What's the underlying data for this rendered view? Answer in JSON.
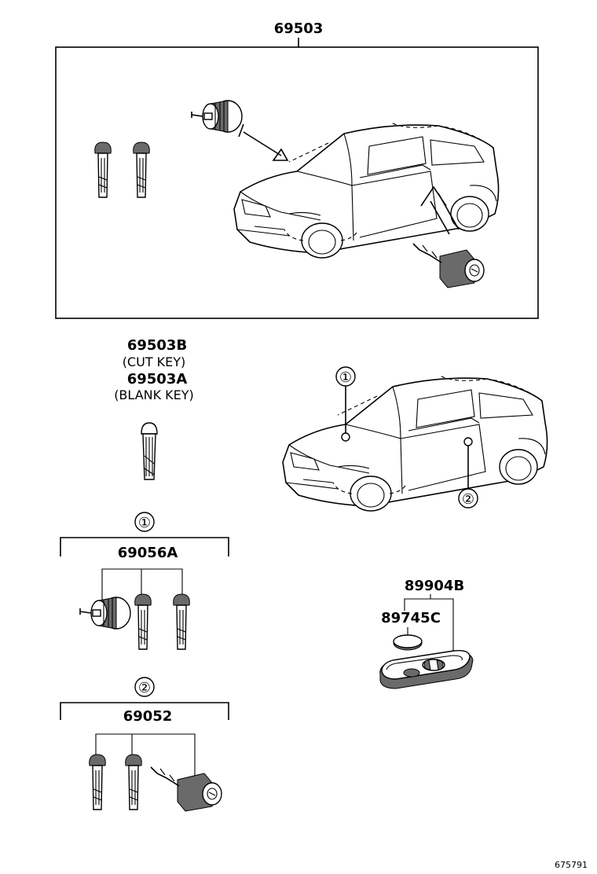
{
  "diagram": {
    "main_assembly": {
      "part_number": "69503"
    },
    "key_parts": {
      "cut_key_number": "69503B",
      "cut_key_label": "(CUT KEY)",
      "blank_key_number": "69503A",
      "blank_key_label": "(BLANK KEY)"
    },
    "location_markers": {
      "marker_1": "①",
      "marker_2": "②"
    },
    "group_1": {
      "marker": "①",
      "part_number": "69056A"
    },
    "group_2": {
      "marker": "②",
      "part_number": "69052"
    },
    "remote": {
      "transmitter_number": "89904B",
      "battery_number": "89745C"
    },
    "reference_number": "675791"
  }
}
